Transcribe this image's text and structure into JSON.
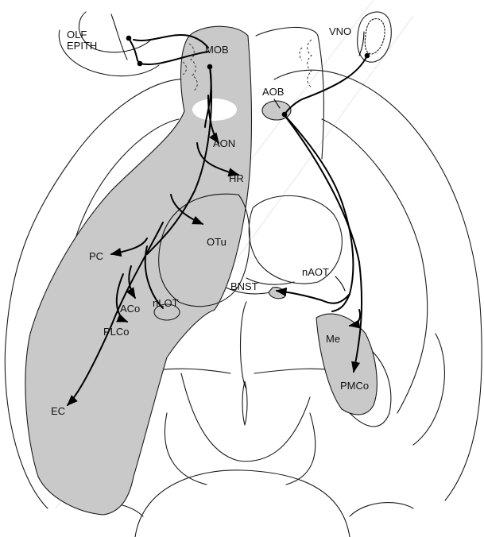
{
  "labels": {
    "olf": "OLF",
    "epith": "EPITH",
    "mob": "MOB",
    "vno": "VNO",
    "aob": "AOB",
    "aon": "AON",
    "hr": "HR",
    "otu": "OTu",
    "pc": "PC",
    "naot": "nAOT",
    "bnst": "BNST",
    "aco": "ACo",
    "nlot": "nLOT",
    "me": "Me",
    "plco": "PLCo",
    "pmco": "PMCo",
    "ec": "EC"
  },
  "colors": {
    "shading": "#c9c9c9",
    "line": "#1a1a1a",
    "tract": "#000000"
  }
}
